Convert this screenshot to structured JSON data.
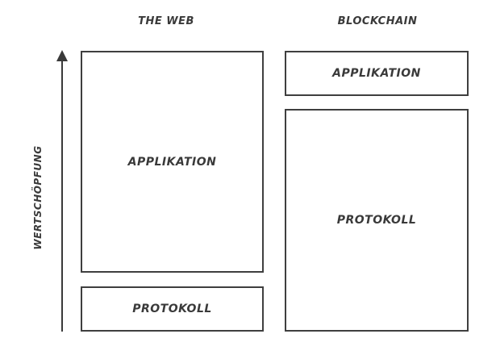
{
  "columns": {
    "web": {
      "title": "THE WEB",
      "top_box": "APPLIKATION",
      "bottom_box": "PROTOKOLL"
    },
    "blockchain": {
      "title": "BLOCKCHAIN",
      "top_box": "APPLIKATION",
      "bottom_box": "PROTOKOLL"
    }
  },
  "axis": {
    "label": "WERTSCHÖPFUNG"
  }
}
